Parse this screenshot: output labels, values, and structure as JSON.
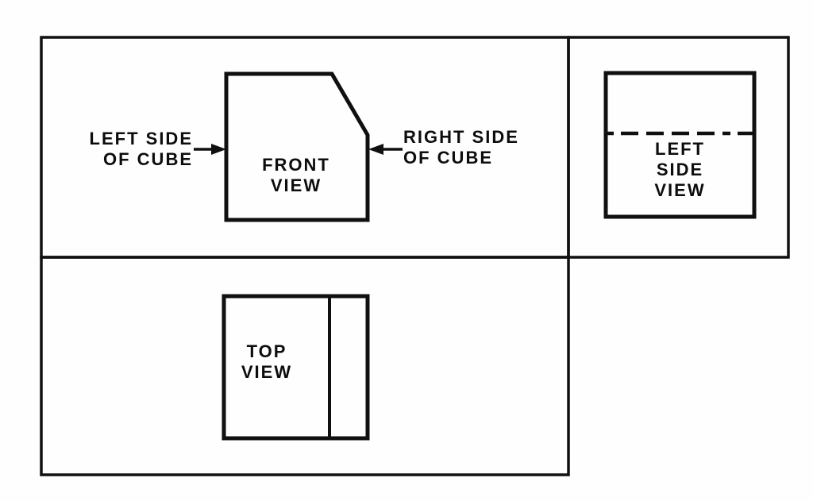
{
  "figure": {
    "description": "Orthographic projection diagram of a cube with a chamfered upper-right corner, shown unfolded into three view panels",
    "background_color": "#fefefe",
    "line_color": "#101010",
    "text_color": "#0d0d0d"
  },
  "labels": {
    "front_view": "FRONT\nVIEW",
    "left_side_view": "LEFT\nSIDE\nVIEW",
    "top_view": "TOP\nVIEW",
    "left_side_of_cube": "LEFT SIDE\nOF CUBE",
    "right_side_of_cube": "RIGHT SIDE\nOF CUBE"
  }
}
